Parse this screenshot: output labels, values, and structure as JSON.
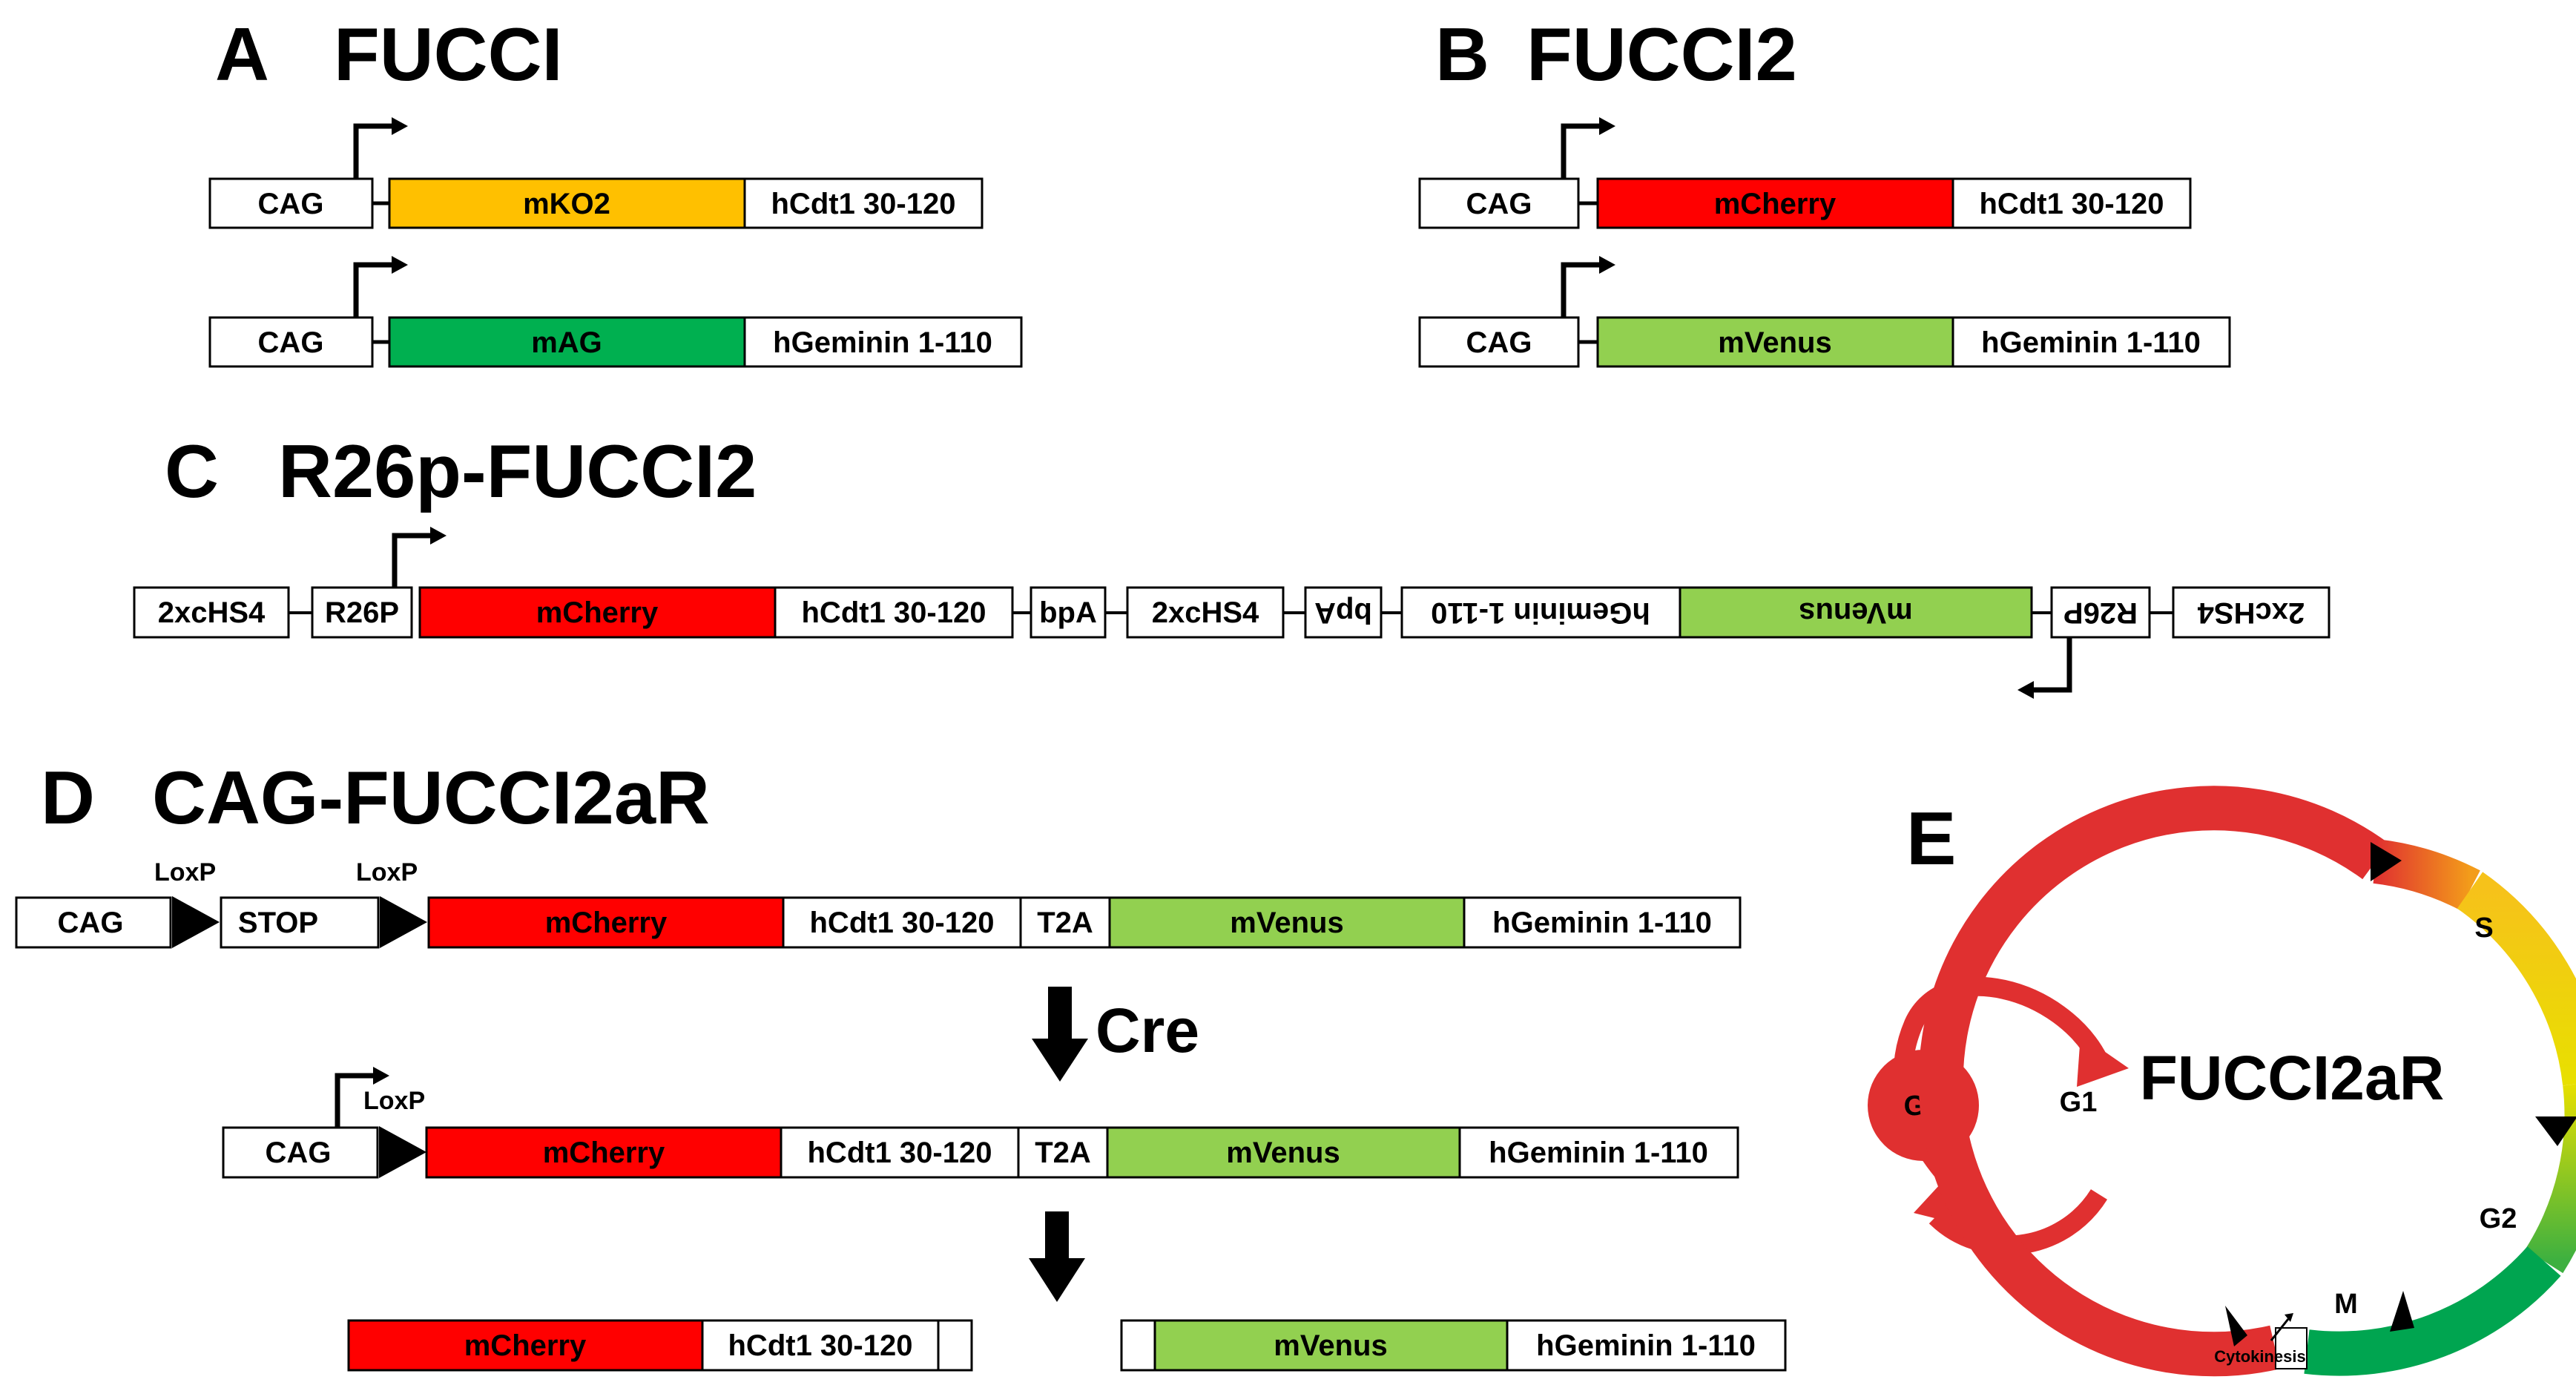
{
  "panels": {
    "A": {
      "letter": "A",
      "title": "FUCCI"
    },
    "B": {
      "letter": "B",
      "title": "FUCCI2"
    },
    "C": {
      "letter": "C",
      "title": "R26p-FUCCI2"
    },
    "D": {
      "letter": "D",
      "title": "CAG-FUCCI2aR"
    },
    "E": {
      "letter": "E"
    }
  },
  "labels": {
    "cag": "CAG",
    "mko2": "mKO2",
    "mag": "mAG",
    "mcherry": "mCherry",
    "mvenus": "mVenus",
    "hcdt1": "hCdt1 30-120",
    "hgeminin": "hGeminin 1-110",
    "hs4": "2xcHS4",
    "r26p": "R26P",
    "bpa": "bpA",
    "stop": "STOP",
    "t2a": "T2A",
    "loxp": "LoxP",
    "cre": "Cre"
  },
  "cycle": {
    "title": "FUCCI2aR",
    "phases": {
      "g0": "Go",
      "g1": "G1",
      "s": "S",
      "g2": "G2",
      "m": "M"
    },
    "cytokinesis": "Cytokinesis"
  },
  "colors": {
    "mko2": "#FFC000",
    "mag": "#00B050",
    "mcherry": "#FF0000",
    "mvenus": "#92D050",
    "cycle_red": "#E03030",
    "cycle_green": "#00A550",
    "cycle_yellow": "#E8E000"
  }
}
